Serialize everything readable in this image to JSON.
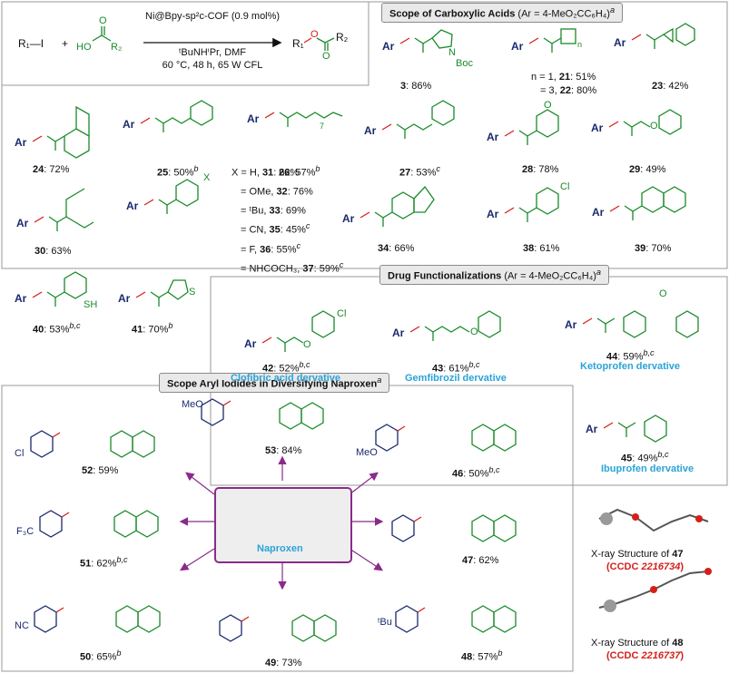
{
  "colors": {
    "ar": "#1a2a6e",
    "acid": "#1a8a2a",
    "arrow": "#8a2b8a",
    "drug_label": "#2aa3d8",
    "ccdc": "#d4201c",
    "bond": "#d4201c"
  },
  "reaction": {
    "r1i": "R₁—I",
    "plus": "+",
    "acid_ho": "HO",
    "acid_r2": "R₂",
    "acid_o": "O",
    "catalyst": "Ni@Bpy-sp²c-COF (0.9 mol%)",
    "base": "ᵗBuNHⁱPr, DMF",
    "conditions": "60 °C, 48 h, 65 W CFL",
    "prod_r1": "R₁",
    "prod_o": "O",
    "prod_r2": "R₂"
  },
  "sections": {
    "acids_title": "Scope of Carboxylic Acids",
    "acids_ar": "(Ar = 4-MeO₂CC₆H₄)",
    "acids_sup": "a",
    "drug_title": "Drug Functionalizations",
    "drug_ar": "(Ar = 4-MeO₂CC₆H₄)",
    "drug_sup": "a",
    "aryl_title": "Scope Aryl Iodides in Diversifying Naproxen",
    "aryl_sup": "a"
  },
  "ar_label": "Ar",
  "compounds": {
    "c3": {
      "num": "3",
      "yield": ": 86%"
    },
    "c21": {
      "num": "21",
      "yield": ": 51%",
      "pre": "n = 1, "
    },
    "c22": {
      "num": "22",
      "yield": ": 80%",
      "pre": "= 3, "
    },
    "c23": {
      "num": "23",
      "yield": ": 42%"
    },
    "c24": {
      "num": "24",
      "yield": ": 72%"
    },
    "c25": {
      "num": "25",
      "yield": ": 50%",
      "sup": "b"
    },
    "c26": {
      "num": "26",
      "yield": ": 57%",
      "sup": "b"
    },
    "c27": {
      "num": "27",
      "yield": ": 53%",
      "sup": "c"
    },
    "c28": {
      "num": "28",
      "yield": ": 78%"
    },
    "c29": {
      "num": "29",
      "yield": ": 49%"
    },
    "c30": {
      "num": "30",
      "yield": ": 63%"
    },
    "c34": {
      "num": "34",
      "yield": ": 66%"
    },
    "c38": {
      "num": "38",
      "yield": ": 61%"
    },
    "c39": {
      "num": "39",
      "yield": ": 70%"
    },
    "c40": {
      "num": "40",
      "yield": ": 53%",
      "sup": "b,c"
    },
    "c41": {
      "num": "41",
      "yield": ": 70%",
      "sup": "b"
    },
    "c42": {
      "num": "42",
      "yield": ": 52%",
      "sup": "b,c",
      "drug": "Clofibric acid dervative"
    },
    "c43": {
      "num": "43",
      "yield": ": 61%",
      "sup": "b,c",
      "drug": "Gemfibrozil dervative"
    },
    "c44": {
      "num": "44",
      "yield": ": 59%",
      "sup": "b,c",
      "drug": "Ketoprofen dervative"
    },
    "c45": {
      "num": "45",
      "yield": ": 49%",
      "sup": "b,c",
      "drug": "Ibuprofen dervative"
    },
    "c46": {
      "num": "46",
      "yield": ": 50%",
      "sup": "b,c"
    },
    "c47": {
      "num": "47",
      "yield": ": 62%"
    },
    "c48": {
      "num": "48",
      "yield": ": 57%",
      "sup": "b"
    },
    "c49": {
      "num": "49",
      "yield": ": 73%"
    },
    "c50": {
      "num": "50",
      "yield": ": 65%",
      "sup": "b"
    },
    "c51": {
      "num": "51",
      "yield": ": 62%",
      "sup": "b,c"
    },
    "c52": {
      "num": "52",
      "yield": ": 59%"
    },
    "c53": {
      "num": "53",
      "yield": ": 84%"
    }
  },
  "series_31": [
    {
      "pre": "X = H, ",
      "num": "31",
      "yield": ": 62%",
      "sup": ""
    },
    {
      "pre": "= OMe, ",
      "num": "32",
      "yield": ": 76%",
      "sup": ""
    },
    {
      "pre": "= ᵗBu, ",
      "num": "33",
      "yield": ": 69%",
      "sup": ""
    },
    {
      "pre": "= CN, ",
      "num": "35",
      "yield": ": 45%",
      "sup": "c"
    },
    {
      "pre": "= F, ",
      "num": "36",
      "yield": ": 55%",
      "sup": "c"
    },
    {
      "pre": "= NHCOCH₃, ",
      "num": "37",
      "yield": ": 59%",
      "sup": "c"
    }
  ],
  "atoms": {
    "boc": "Boc",
    "n": "N",
    "nsub": "n",
    "x": "X",
    "cl": "Cl",
    "sh": "SH",
    "s": "S",
    "o": "O",
    "meo": "MeO",
    "f3c": "F₃C",
    "nc": "NC",
    "tbu": "ᵗBu",
    "ho": "HO",
    "seven": "7"
  },
  "naproxen": {
    "label": "Naproxen"
  },
  "xray": [
    {
      "caption": "X-ray Structure of ",
      "num": "47",
      "ccdc": "CCDC ",
      "ccdc_num": "2216734"
    },
    {
      "caption": "X-ray Structure of ",
      "num": "48",
      "ccdc": "CCDC ",
      "ccdc_num": "2216737"
    }
  ]
}
